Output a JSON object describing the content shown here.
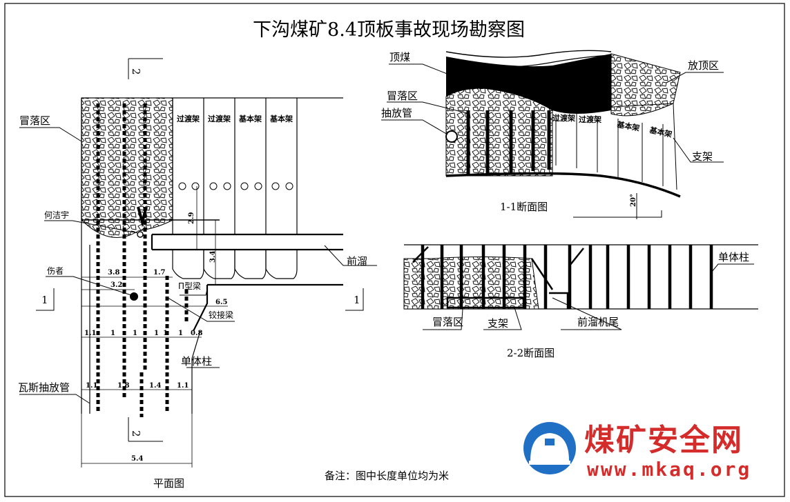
{
  "title": "下沟煤矿8.4顶板事故现场勘察图",
  "plan": {
    "caption": "平面图",
    "section_marks": {
      "top": "2",
      "bottom": "2",
      "left": "1",
      "right": "1"
    },
    "support_labels": [
      "过渡架",
      "过渡架",
      "基本架",
      "基本架"
    ],
    "labels": {
      "caving": "冒落区",
      "worker": "何洁宇",
      "injured": "伤者",
      "beam_pi": "Π型梁",
      "hinged_beam": "铰接梁",
      "single_prop": "单体柱",
      "gas_pipe": "瓦斯抽放管",
      "conveyor": "前溜"
    },
    "dims": {
      "d29": "2.9",
      "d34": "3.4",
      "d38": "3.8",
      "d17": "1.7",
      "d32": "3.2",
      "d65": "6.5",
      "row1": [
        "1.1",
        "1",
        "1",
        "1",
        "1",
        "1",
        "0.8"
      ],
      "row2": [
        "1.1",
        "1.8",
        "1.4",
        "1.1"
      ],
      "d54": "5.4"
    }
  },
  "section11": {
    "caption": "1-1断面图",
    "labels": {
      "top_coal": "顶煤",
      "caving": "冒落区",
      "gas_pipe": "抽放管",
      "release_zone": "放顶区",
      "support": "支架",
      "angle": "20°"
    },
    "support_labels": [
      "过渡架",
      "过渡架",
      "基本架",
      "基本架"
    ]
  },
  "section22": {
    "caption": "2-2断面图",
    "labels": {
      "caving": "冒落区",
      "support": "支架",
      "conveyor_tail": "前溜机尾",
      "single_prop": "单体柱"
    }
  },
  "note": "备注：图中长度单位均为米",
  "watermark": {
    "cn": "煤矿安全网",
    "en": "www.mkaq.org",
    "colors": {
      "brand": "#d42b2b",
      "logo": "#1f6fc4"
    }
  }
}
